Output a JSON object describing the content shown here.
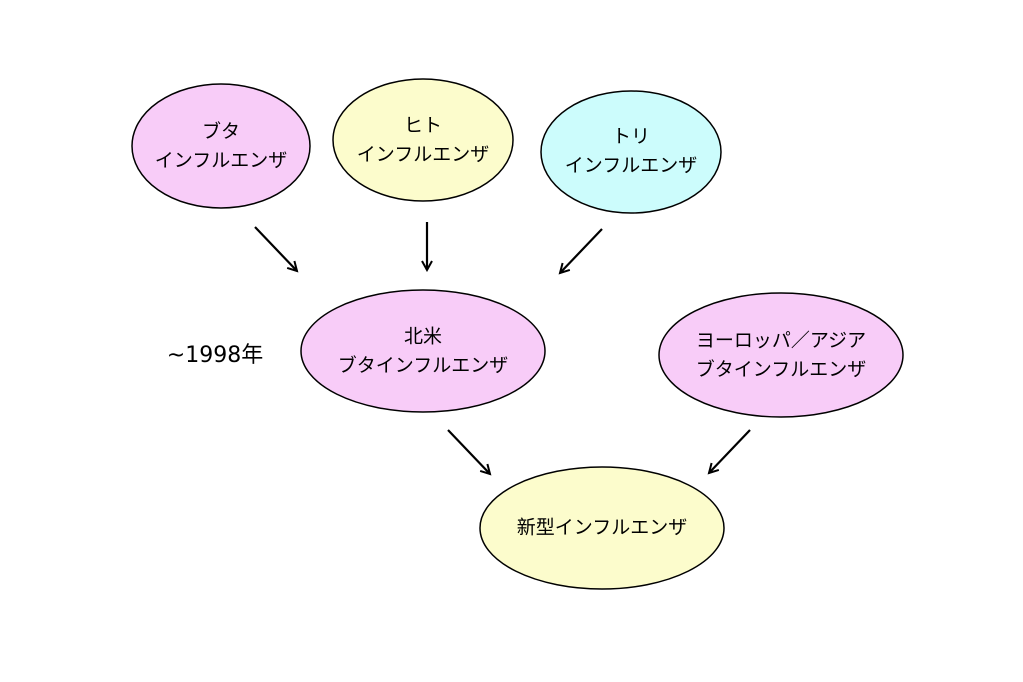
{
  "diagram": {
    "colors": {
      "pink": "#F8CCF8",
      "yellow": "#FCFCCC",
      "cyan": "#CCFCFC",
      "stroke": "#000000"
    },
    "nodes": {
      "swine": {
        "line1": "ブタ",
        "line2": "インフルエンザ",
        "color": "pink"
      },
      "human": {
        "line1": "ヒト",
        "line2": "インフルエンザ",
        "color": "yellow"
      },
      "avian": {
        "line1": "トリ",
        "line2": "インフルエンザ",
        "color": "cyan"
      },
      "north_america_swine": {
        "line1": "北米",
        "line2": "ブタインフルエンザ",
        "color": "pink"
      },
      "eurasian_swine": {
        "line1": "ヨーロッパ／アジア",
        "line2": "ブタインフルエンザ",
        "color": "pink"
      },
      "novel": {
        "line1": "新型インフルエンザ",
        "color": "yellow"
      }
    },
    "year_label": "~1998年"
  }
}
